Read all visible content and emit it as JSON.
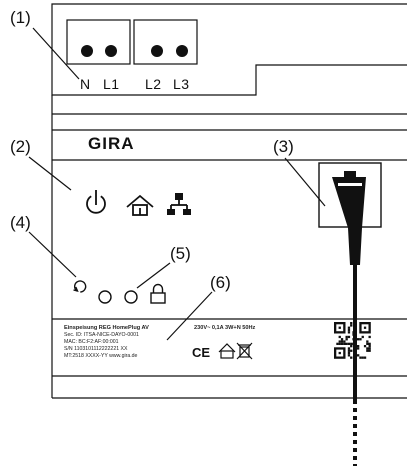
{
  "callouts": {
    "c1": "(1)",
    "c2": "(2)",
    "c3": "(3)",
    "c4": "(4)",
    "c5": "(5)",
    "c6": "(6)"
  },
  "terminals": [
    "N",
    "L1",
    "L2",
    "L3"
  ],
  "brand": "GIRA",
  "label": {
    "title": "Einspeisung REG HomePlug AV",
    "sec_id": "Sec. ID: ITSA-NICE-DAYO-0001",
    "mac": "MAC: BC:F2:AF:00:001",
    "sn": "S/N 1103101112222221 XX",
    "mt": "MT:2518   XXXX-YY   www.gira.de",
    "rating": "230V~ 0,1A 3W+N 50Hz",
    "ce": "CE"
  },
  "icons": {
    "power": "power-icon",
    "home": "home-icon",
    "network": "network-icon",
    "reset": "reset-arrow-icon",
    "lock": "lock-icon",
    "led": "led-circle-icon",
    "rj45": "rj45-connector-icon",
    "qr": "qr-code-icon",
    "weee": "weee-bin-icon"
  }
}
